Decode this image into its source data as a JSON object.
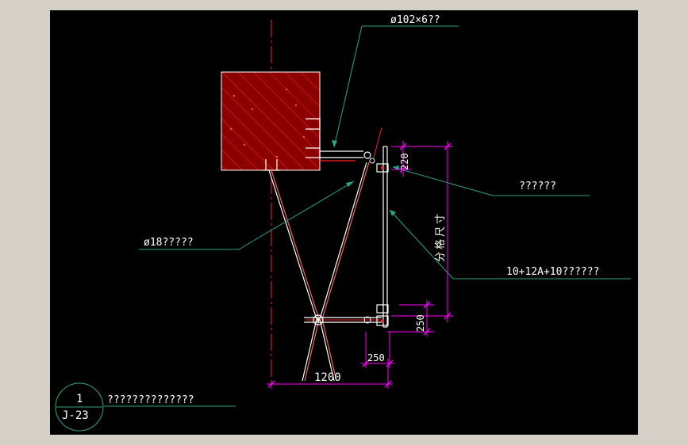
{
  "colors": {
    "background": "#000000",
    "frame": "#d4d0c8",
    "leader": "#2fa58a",
    "dimension": "#ff00ff",
    "centerline": "#ff2020",
    "section_fill": "#8b0000",
    "hatch": "#ff3030",
    "steel": "#ffffff",
    "text": "#ffffff"
  },
  "labels": {
    "pipe_spec": "ø102×6??",
    "point_fitting": "??????",
    "cable_spec": "ø18?????",
    "glass_spec": "10+12A+10??????",
    "grid_size": "分格尺寸",
    "dim_top": "220",
    "dim_bottom_v": "250",
    "dim_bottom_h": "250",
    "dim_width": "1200",
    "detail_number": "1",
    "detail_sheet": "J-23",
    "detail_title": "??????????????"
  }
}
